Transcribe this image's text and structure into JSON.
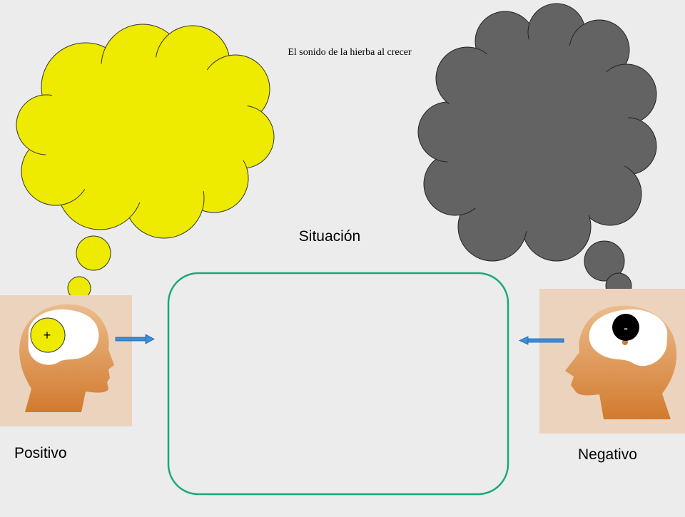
{
  "subtitle": "El sonido de la hierba al crecer",
  "situation_label": "Situación",
  "positive": {
    "label": "Positivo",
    "sign": "+"
  },
  "negative": {
    "label": "Negativo",
    "sign": "-"
  },
  "colors": {
    "background": "#ececec",
    "positive_cloud": "#eeea00",
    "negative_cloud": "#636363",
    "frame_border": "#1aa87a",
    "arrow": "#3a8fdc",
    "head_card": "#ecd3bd",
    "head": "#d98a3a"
  }
}
